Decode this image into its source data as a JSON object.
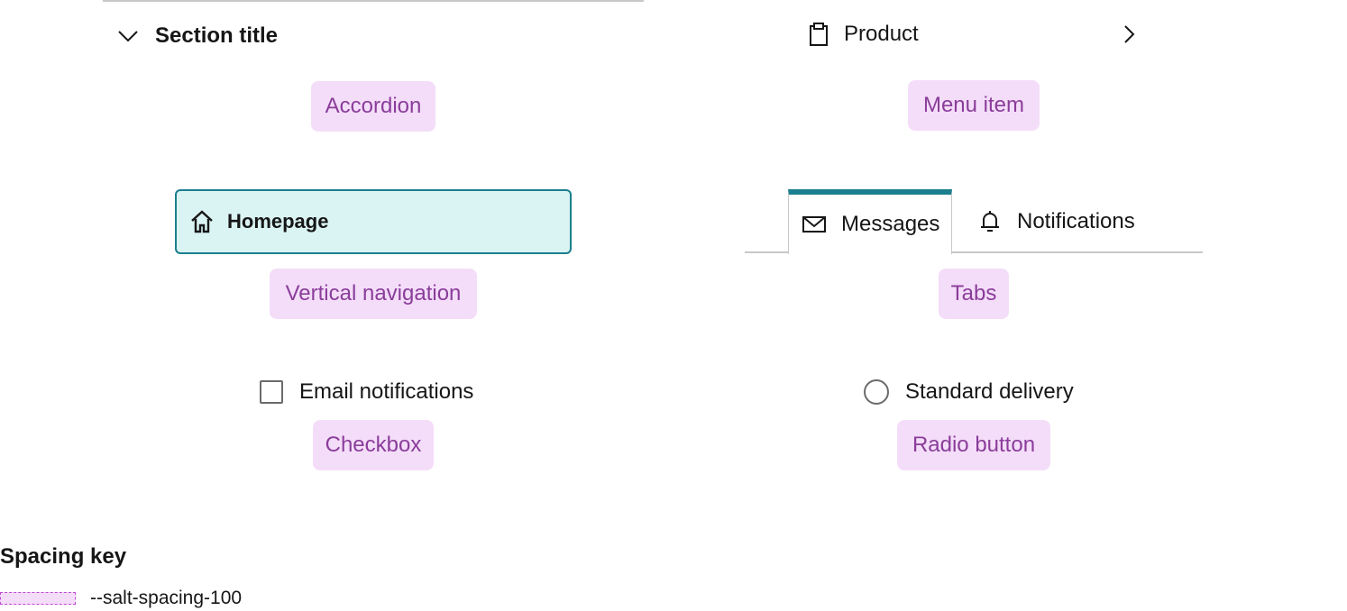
{
  "accordion": {
    "title": "Section title",
    "icon": "chevron-down-icon",
    "caption": "Accordion"
  },
  "menu_item": {
    "label": "Product",
    "icon": "clipboard-icon",
    "trailing_icon": "chevron-right-icon",
    "caption": "Menu item"
  },
  "vertical_navigation": {
    "label": "Homepage",
    "icon": "home-icon",
    "caption": "Vertical navigation"
  },
  "tabs": {
    "items": [
      {
        "label": "Messages",
        "icon": "mail-icon",
        "active": true
      },
      {
        "label": "Notifications",
        "icon": "bell-icon",
        "active": false
      }
    ],
    "caption": "Tabs"
  },
  "checkbox": {
    "label": "Email notifications",
    "checked": false,
    "caption": "Checkbox"
  },
  "radio_button": {
    "label": "Standard delivery",
    "selected": false,
    "caption": "Radio button"
  },
  "spacing_key": {
    "title": "Spacing key",
    "entries": [
      {
        "label": "--salt-spacing-100"
      }
    ]
  },
  "colors": {
    "accent": "#1b7f8e",
    "chip_background": "#f4ddf9",
    "chip_text": "#8a3d9a",
    "nav_selected_background": "#daf3f3"
  }
}
